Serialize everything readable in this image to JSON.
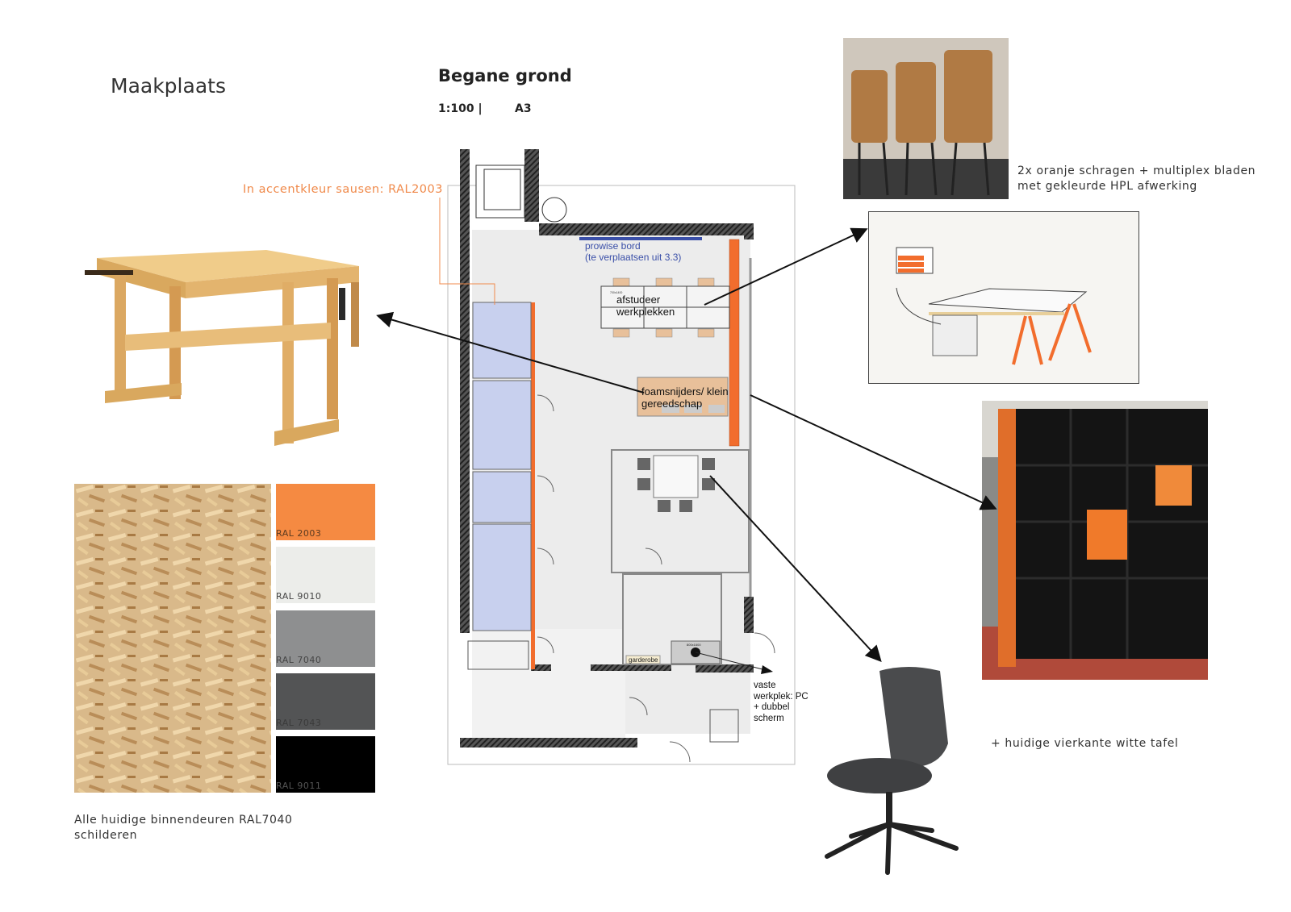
{
  "header": {
    "title": "Maakplaats",
    "plan_title": "Begane grond",
    "scale": "1:100 |",
    "paper_size": "A3"
  },
  "notes": {
    "accent_paint": "In accentkleur sausen: RAL2003",
    "trestles_line1": "2x oranje schragen + multiplex bladen",
    "trestles_line2": "met gekleurde HPL afwerking",
    "square_table": "+ huidige vierkante witte tafel",
    "doors_line1": "Alle huidige binnendeuren RAL7040",
    "doors_line2": "schilderen"
  },
  "swatches": [
    {
      "label": "RAL 2003",
      "color": "#f58a42",
      "text_color": "#5a3a20"
    },
    {
      "label": "RAL 9010",
      "color": "#ecedea",
      "text_color": "#444"
    },
    {
      "label": "RAL 7040",
      "color": "#8e8f90",
      "text_color": "#444"
    },
    {
      "label": "RAL 7043",
      "color": "#535455",
      "text_color": "#3a3a3a"
    },
    {
      "label": "RAL 9011",
      "color": "#000000",
      "text_color": "#555"
    }
  ],
  "floorplan": {
    "board_label_1": "prowise bord",
    "board_label_2": "(te verplaatsen uit 3.3)",
    "workspaces_1": "afstudeer",
    "workspaces_2": "werkplekken",
    "table_size": "700x1400",
    "foam_1": "foamsnijders/ klein",
    "foam_2": "gereedschap",
    "wardrobe": "garderobe",
    "desk_size": "800x1600",
    "fixed_1": "vaste",
    "fixed_2": "werkplek: PC",
    "fixed_3": "+ dubbel",
    "fixed_4": "scherm"
  },
  "colors": {
    "accent": "#f26d2d",
    "wall": "#333333",
    "toilet": "#c8d0ee",
    "board_blue": "#3a4fa8",
    "furniture": "#e8c09a"
  }
}
